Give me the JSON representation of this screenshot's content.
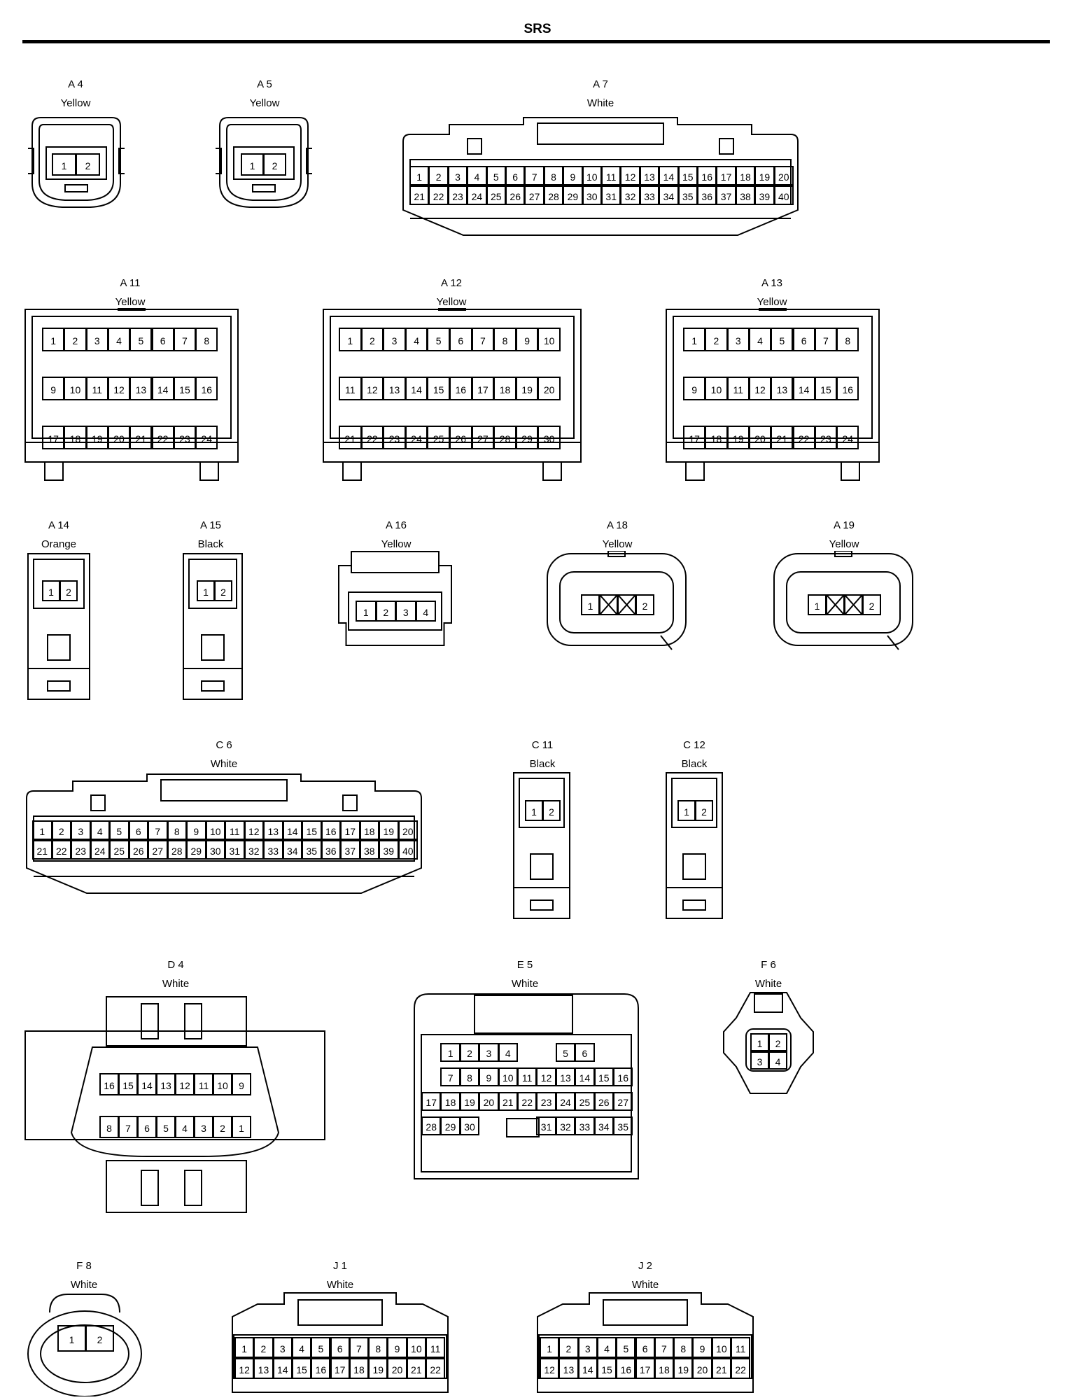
{
  "page": {
    "title": "SRS"
  },
  "connectors": [
    {
      "id": "a4",
      "code": "A 4",
      "color": "Yellow",
      "rows": [
        [
          "1",
          "2"
        ]
      ]
    },
    {
      "id": "a5",
      "code": "A 5",
      "color": "Yellow",
      "rows": [
        [
          "1",
          "2"
        ]
      ]
    },
    {
      "id": "a7",
      "code": "A 7",
      "color": "White",
      "rows": [
        [
          "1",
          "2",
          "3",
          "4",
          "5",
          "6",
          "7",
          "8",
          "9",
          "10",
          "11",
          "12",
          "13",
          "14",
          "15",
          "16",
          "17",
          "18",
          "19",
          "20"
        ],
        [
          "21",
          "22",
          "23",
          "24",
          "25",
          "26",
          "27",
          "28",
          "29",
          "30",
          "31",
          "32",
          "33",
          "34",
          "35",
          "36",
          "37",
          "38",
          "39",
          "40"
        ]
      ]
    },
    {
      "id": "a11",
      "code": "A 11",
      "color": "Yellow",
      "rows": [
        [
          "1",
          "2",
          "3",
          "4",
          "5",
          "6",
          "7",
          "8"
        ],
        [
          "9",
          "10",
          "11",
          "12",
          "13",
          "14",
          "15",
          "16"
        ],
        [
          "17",
          "18",
          "19",
          "20",
          "21",
          "22",
          "23",
          "24"
        ]
      ]
    },
    {
      "id": "a12",
      "code": "A 12",
      "color": "Yellow",
      "rows": [
        [
          "1",
          "2",
          "3",
          "4",
          "5",
          "6",
          "7",
          "8",
          "9",
          "10"
        ],
        [
          "11",
          "12",
          "13",
          "14",
          "15",
          "16",
          "17",
          "18",
          "19",
          "20"
        ],
        [
          "21",
          "22",
          "23",
          "24",
          "25",
          "26",
          "27",
          "28",
          "29",
          "30"
        ]
      ]
    },
    {
      "id": "a13",
      "code": "A 13",
      "color": "Yellow",
      "rows": [
        [
          "1",
          "2",
          "3",
          "4",
          "5",
          "6",
          "7",
          "8"
        ],
        [
          "9",
          "10",
          "11",
          "12",
          "13",
          "14",
          "15",
          "16"
        ],
        [
          "17",
          "18",
          "19",
          "20",
          "21",
          "22",
          "23",
          "24"
        ]
      ]
    },
    {
      "id": "a14",
      "code": "A 14",
      "color": "Orange",
      "rows": [
        [
          "1",
          "2"
        ]
      ]
    },
    {
      "id": "a15",
      "code": "A 15",
      "color": "Black",
      "rows": [
        [
          "1",
          "2"
        ]
      ]
    },
    {
      "id": "a16",
      "code": "A 16",
      "color": "Yellow",
      "rows": [
        [
          "1",
          "2",
          "3",
          "4"
        ]
      ]
    },
    {
      "id": "a18",
      "code": "A 18",
      "color": "Yellow",
      "rows": [
        [
          "1",
          "",
          "",
          "2"
        ]
      ]
    },
    {
      "id": "a19",
      "code": "A 19",
      "color": "Yellow",
      "rows": [
        [
          "1",
          "",
          "",
          "2"
        ]
      ]
    },
    {
      "id": "c6",
      "code": "C 6",
      "color": "White",
      "rows": [
        [
          "1",
          "2",
          "3",
          "4",
          "5",
          "6",
          "7",
          "8",
          "9",
          "10",
          "11",
          "12",
          "13",
          "14",
          "15",
          "16",
          "17",
          "18",
          "19",
          "20"
        ],
        [
          "21",
          "22",
          "23",
          "24",
          "25",
          "26",
          "27",
          "28",
          "29",
          "30",
          "31",
          "32",
          "33",
          "34",
          "35",
          "36",
          "37",
          "38",
          "39",
          "40"
        ]
      ]
    },
    {
      "id": "c11",
      "code": "C 11",
      "color": "Black",
      "rows": [
        [
          "1",
          "2"
        ]
      ]
    },
    {
      "id": "c12",
      "code": "C 12",
      "color": "Black",
      "rows": [
        [
          "1",
          "2"
        ]
      ]
    },
    {
      "id": "d4",
      "code": "D 4",
      "color": "White",
      "rows": [
        [
          "16",
          "15",
          "14",
          "13",
          "12",
          "11",
          "10",
          "9"
        ],
        [
          "8",
          "7",
          "6",
          "5",
          "4",
          "3",
          "2",
          "1"
        ]
      ]
    },
    {
      "id": "e5",
      "code": "E 5",
      "color": "White",
      "rows": [
        [
          "1",
          "2",
          "3",
          "4",
          "",
          "5",
          "6"
        ],
        [
          "7",
          "8",
          "9",
          "10",
          "11",
          "12",
          "13",
          "14",
          "15",
          "16"
        ],
        [
          "17",
          "18",
          "19",
          "20",
          "21",
          "22",
          "23",
          "24",
          "25",
          "26",
          "27"
        ],
        [
          "28",
          "29",
          "30",
          "31",
          "32",
          "33",
          "34",
          "35"
        ]
      ]
    },
    {
      "id": "f6",
      "code": "F 6",
      "color": "White",
      "rows": [
        [
          "1",
          "2"
        ],
        [
          "3",
          "4"
        ]
      ]
    },
    {
      "id": "f8",
      "code": "F 8",
      "color": "White",
      "rows": [
        [
          "1",
          "2"
        ]
      ]
    },
    {
      "id": "j1",
      "code": "J 1",
      "color": "White",
      "rows": [
        [
          "1",
          "2",
          "3",
          "4",
          "5",
          "6",
          "7",
          "8",
          "9",
          "10",
          "11"
        ],
        [
          "12",
          "13",
          "14",
          "15",
          "16",
          "17",
          "18",
          "19",
          "20",
          "21",
          "22"
        ]
      ]
    },
    {
      "id": "j2",
      "code": "J 2",
      "color": "White",
      "rows": [
        [
          "1",
          "2",
          "3",
          "4",
          "5",
          "6",
          "7",
          "8",
          "9",
          "10",
          "11"
        ],
        [
          "12",
          "13",
          "14",
          "15",
          "16",
          "17",
          "18",
          "19",
          "20",
          "21",
          "22"
        ]
      ]
    }
  ]
}
